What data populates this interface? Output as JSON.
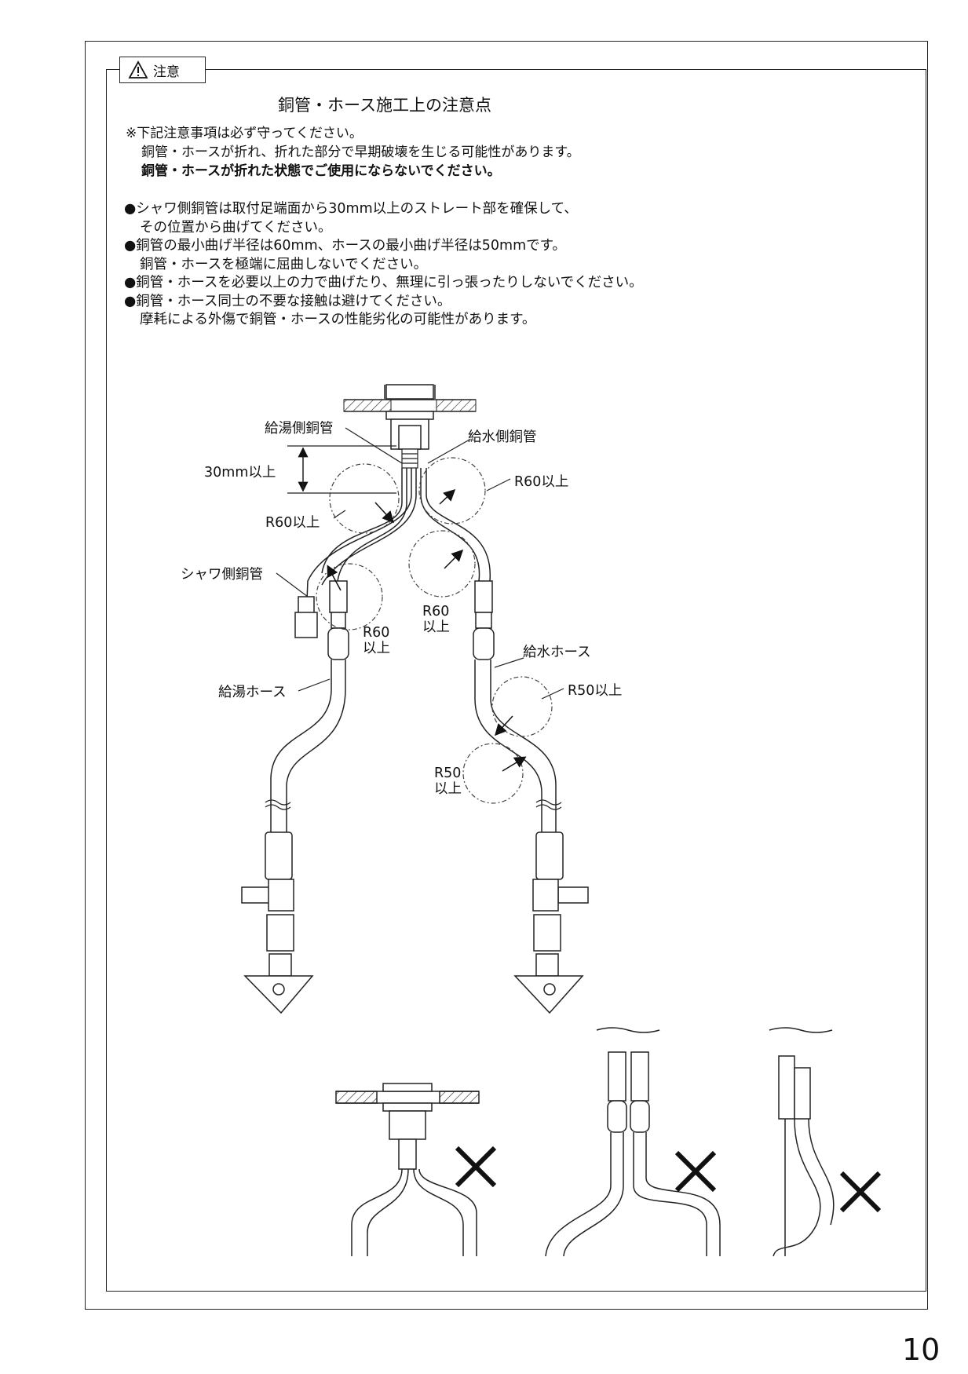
{
  "header": {
    "badge_label": "注意",
    "title": "銅管・ホース施工上の注意点"
  },
  "notes": {
    "line1": "※下記注意事項は必ず守ってください。",
    "line2": "銅管・ホースが折れ、折れた部分で早期破壊を生じる可能性があります。",
    "line3": "銅管・ホースが折れた状態でご使用にならないでください。"
  },
  "bullets": [
    {
      "line1": "●シャワ側銅管は取付足端面から30mm以上のストレート部を確保して、",
      "line2": "その位置から曲げてください。"
    },
    {
      "line1": "●銅管の最小曲げ半径は60mm、ホースの最小曲げ半径は50mmです。",
      "line2": "銅管・ホースを極端に屈曲しないでください。"
    },
    {
      "line1": "●銅管・ホースを必要以上の力で曲げたり、無理に引っ張ったりしないでください。"
    },
    {
      "line1": "●銅管・ホース同士の不要な接触は避けてください。",
      "line2": "摩耗による外傷で銅管・ホースの性能劣化の可能性があります。"
    }
  ],
  "diagram": {
    "hot_copper": "給湯側銅管",
    "cold_copper": "給水側銅管",
    "straight_30": "30mm以上",
    "r60_a": "R60以上",
    "r60_b": "R60以上",
    "shower_copper": "シャワ側銅管",
    "r60_c_1": "R60",
    "r60_c_2": "以上",
    "r60_d_1": "R60",
    "r60_d_2": "以上",
    "cold_hose": "給水ホース",
    "r50_a": "R50以上",
    "hot_hose": "給湯ホース",
    "r50_b_1": "R50",
    "r50_b_2": "以上"
  },
  "page_number": "10"
}
